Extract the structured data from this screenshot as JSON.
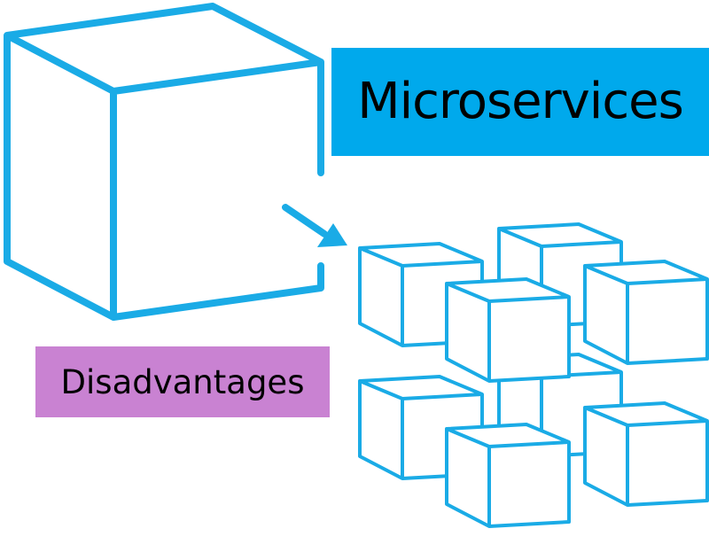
{
  "title": "Microservices",
  "label": "Disadvantages",
  "colors": {
    "stroke": "#1aabe6",
    "title_bg": "#00a9ec",
    "label_bg": "#c982d2",
    "text": "#000000"
  },
  "icons": {
    "monolith": "large-cube-icon",
    "arrow": "arrow-icon",
    "services": "small-cubes-cluster-icon"
  },
  "small_cube_count": 8
}
